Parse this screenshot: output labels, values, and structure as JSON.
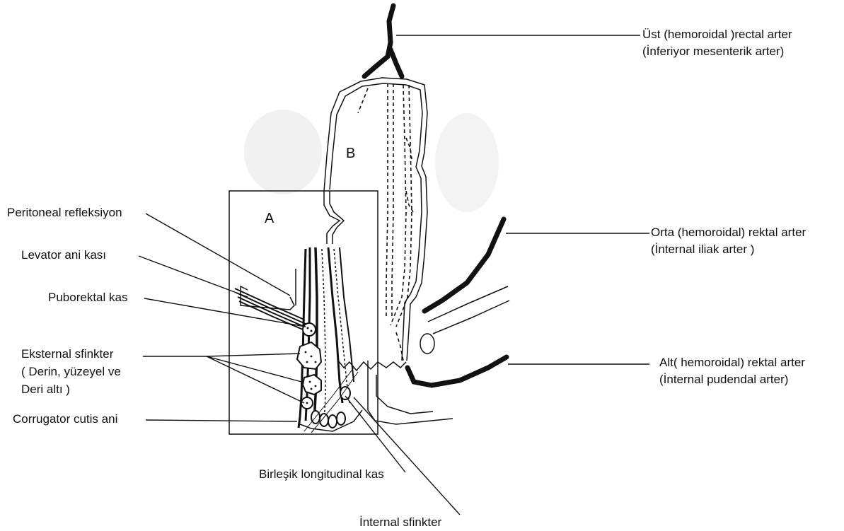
{
  "diagram": {
    "regions": {
      "a": "A",
      "b": "B"
    },
    "labels_left": {
      "peritoneal": "Peritoneal refleksiyon",
      "levator": "Levator ani kası",
      "puborektal": "Puborektal kas",
      "eksternal_1": "Eksternal sfinkter",
      "eksternal_2": "( Derin, yüzeyel ve",
      "eksternal_3": "Deri altı )",
      "corrugator": "Corrugator cutis ani"
    },
    "labels_bottom": {
      "birlesik": "Birleşik longitudinal kas",
      "internal_sfinkter": "İnternal sfinkter"
    },
    "labels_right": {
      "ust_1": "Üst (hemoroidal )rectal arter",
      "ust_2": "(İnferiyor mesenterik arter)",
      "orta_1": "Orta (hemoroidal) rektal arter",
      "orta_2": "(İnternal iliak arter )",
      "alt_1": "Alt( hemoroidal)  rektal arter",
      "alt_2": "(İnternal pudendal arter)"
    }
  },
  "colors": {
    "ink": "#111111",
    "background": "#ffffff"
  }
}
